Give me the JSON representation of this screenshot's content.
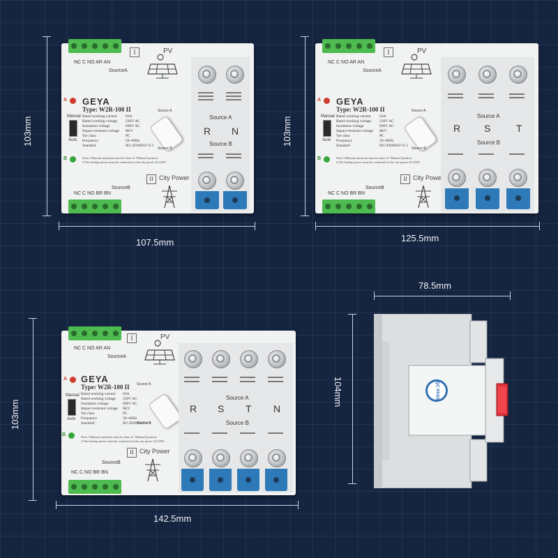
{
  "dimensions": {
    "p2_width": "107.5mm",
    "p3_width": "125.5mm",
    "p4_width": "142.5mm",
    "height": "103mm",
    "side_height": "104mm",
    "side_depth": "78.5mm"
  },
  "panel": {
    "terminal_a_label": "NC C NO AR AN",
    "source_a": "SourceA",
    "terminal_b_label": "NC C NO BR BN",
    "source_b": "SourceB",
    "pv": "PV",
    "city_power": "City Power",
    "roman_one": "I",
    "roman_two": "II",
    "brand": "GEYA",
    "type": "Type: W2R-100",
    "type_suffix": "II",
    "led_a": "A",
    "led_b": "B",
    "manual": "Manual",
    "auto": "Auto",
    "source_a_pole": "Source A",
    "source_b_pole": "Source B",
    "source_a_small": "Source A",
    "source_b_small": "Source B",
    "note1": "Note:1.Manual operation must be done in \"Manual\"position.",
    "note2": "2.The backup power must be connected to the city power AC230V.",
    "specs": [
      {
        "k": "Rated working current",
        "v": "63A"
      },
      {
        "k": "Rated working voltage",
        "v": "230V AC"
      },
      {
        "k": "Insulation voltage",
        "v": "690V AC"
      },
      {
        "k": "Impact-resistant voltage",
        "v": "8KV"
      },
      {
        "k": "Tse class",
        "v": "PC"
      },
      {
        "k": "Frequency",
        "v": "50~60Hz"
      },
      {
        "k": "Standard",
        "v": "IEC/EN60947-6-1"
      }
    ]
  },
  "poles": {
    "p2": [
      "R",
      "N"
    ],
    "p3": [
      "R",
      "S",
      "T"
    ],
    "p4": [
      "R",
      "S",
      "T",
      "N"
    ]
  },
  "side": {
    "badge": "QC PASS"
  },
  "colors": {
    "background": "#15243f",
    "terminal_green": "#4dbb4f",
    "base_blue": "#2e79b7",
    "led_red": "#d13a2e",
    "led_green": "#35a63a",
    "side_red": "#e0303a"
  }
}
